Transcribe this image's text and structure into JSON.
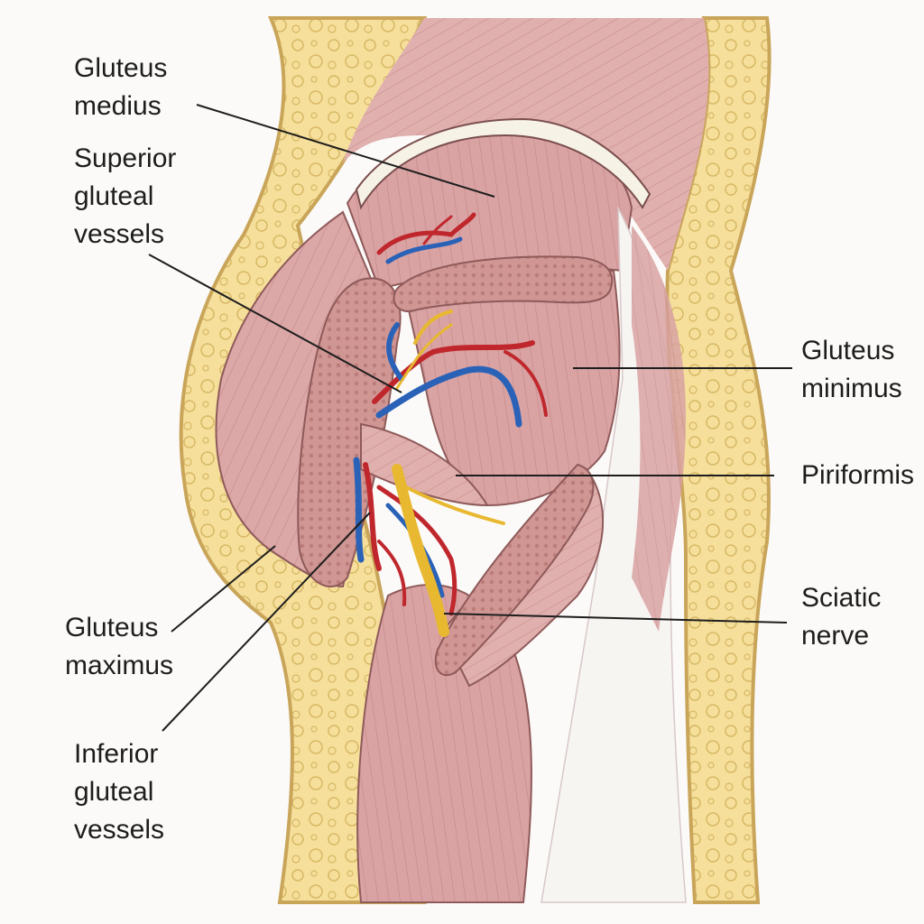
{
  "labels": {
    "gluteus_medius": [
      "Gluteus",
      "medius"
    ],
    "superior_gluteal_vessels": [
      "Superior",
      "gluteal",
      "vessels"
    ],
    "gluteus_maximus": [
      "Gluteus",
      "maximus"
    ],
    "inferior_gluteal_vessels": [
      "Inferior",
      "gluteal",
      "vessels"
    ],
    "gluteus_minimus": [
      "Gluteus",
      "minimus"
    ],
    "piriformis": [
      "Piriformis"
    ],
    "sciatic_nerve": [
      "Sciatic",
      "nerve"
    ]
  },
  "colors": {
    "background": "#fbfaf8",
    "fat": "#f4dd96",
    "fat_border": "#c9a55a",
    "muscle": "#dba7a7",
    "muscle_dark": "#c98686",
    "artery": "#c0272d",
    "vein": "#2a62b8",
    "nerve": "#e8b830",
    "leader_line": "#1d1d1d"
  }
}
